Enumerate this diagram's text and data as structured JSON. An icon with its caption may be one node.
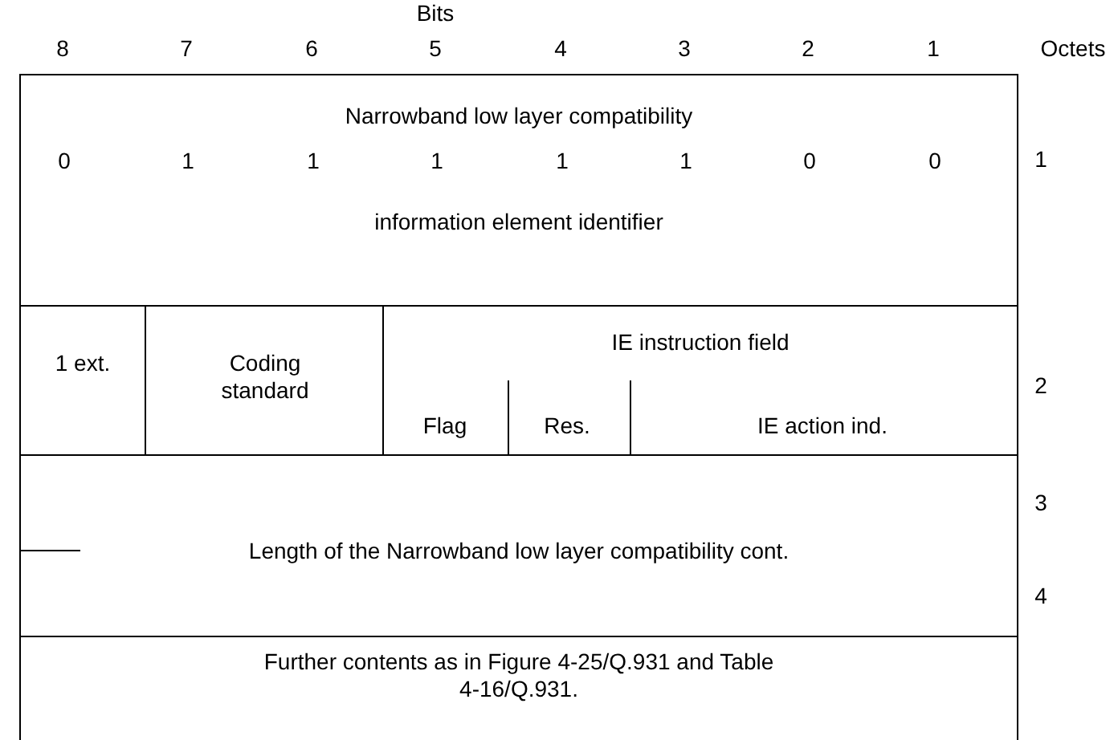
{
  "diagram": {
    "nodes": [
      {
        "text": [
          "Narrowband low layer compatibility",
          "0",
          "1",
          "1",
          "1",
          "1",
          "1",
          "0",
          "0",
          "information element identifier"
        ]
      },
      {
        "text": [
          "1 ext."
        ]
      },
      {
        "text": [
          "Coding standard"
        ]
      },
      {
        "text": [
          "IE instruction field"
        ]
      },
      {
        "text": [
          "Flag"
        ],
        "in": 3
      },
      {
        "text": [
          "Res."
        ],
        "in": 3
      },
      {
        "text": [
          "IE action ind."
        ],
        "in": 3
      },
      {
        "text": [
          "Length of the Narrowband low layer compatibility cont."
        ]
      },
      {
        "text": [
          "Further contents as in Figure 4-25/Q.931 and Table 4-16/Q.931."
        ]
      }
    ],
    "labels": [
      "Bits",
      "8",
      "7",
      "6",
      "5",
      "4",
      "3",
      "2",
      "1",
      "Octets",
      "1",
      "2",
      "3",
      "4"
    ]
  }
}
